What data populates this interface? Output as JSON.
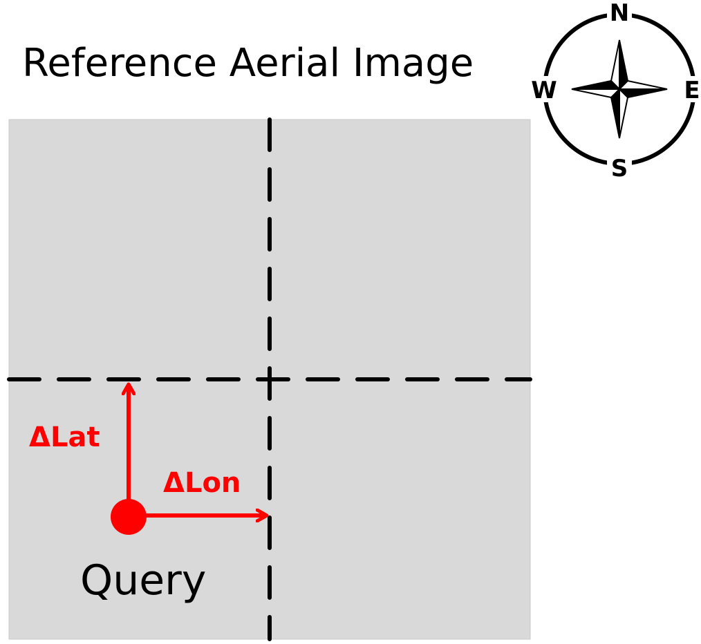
{
  "title": "Reference Aerial Image",
  "compass": {
    "north": "N",
    "east": "E",
    "south": "S",
    "west": "W"
  },
  "labels": {
    "delta_lat": "ΔLat",
    "delta_lon": "ΔLon",
    "query": "Query"
  },
  "colors": {
    "image_background": "#d9d9d9",
    "offset_arrows": "#ff0000",
    "dashed_lines": "#000000"
  }
}
